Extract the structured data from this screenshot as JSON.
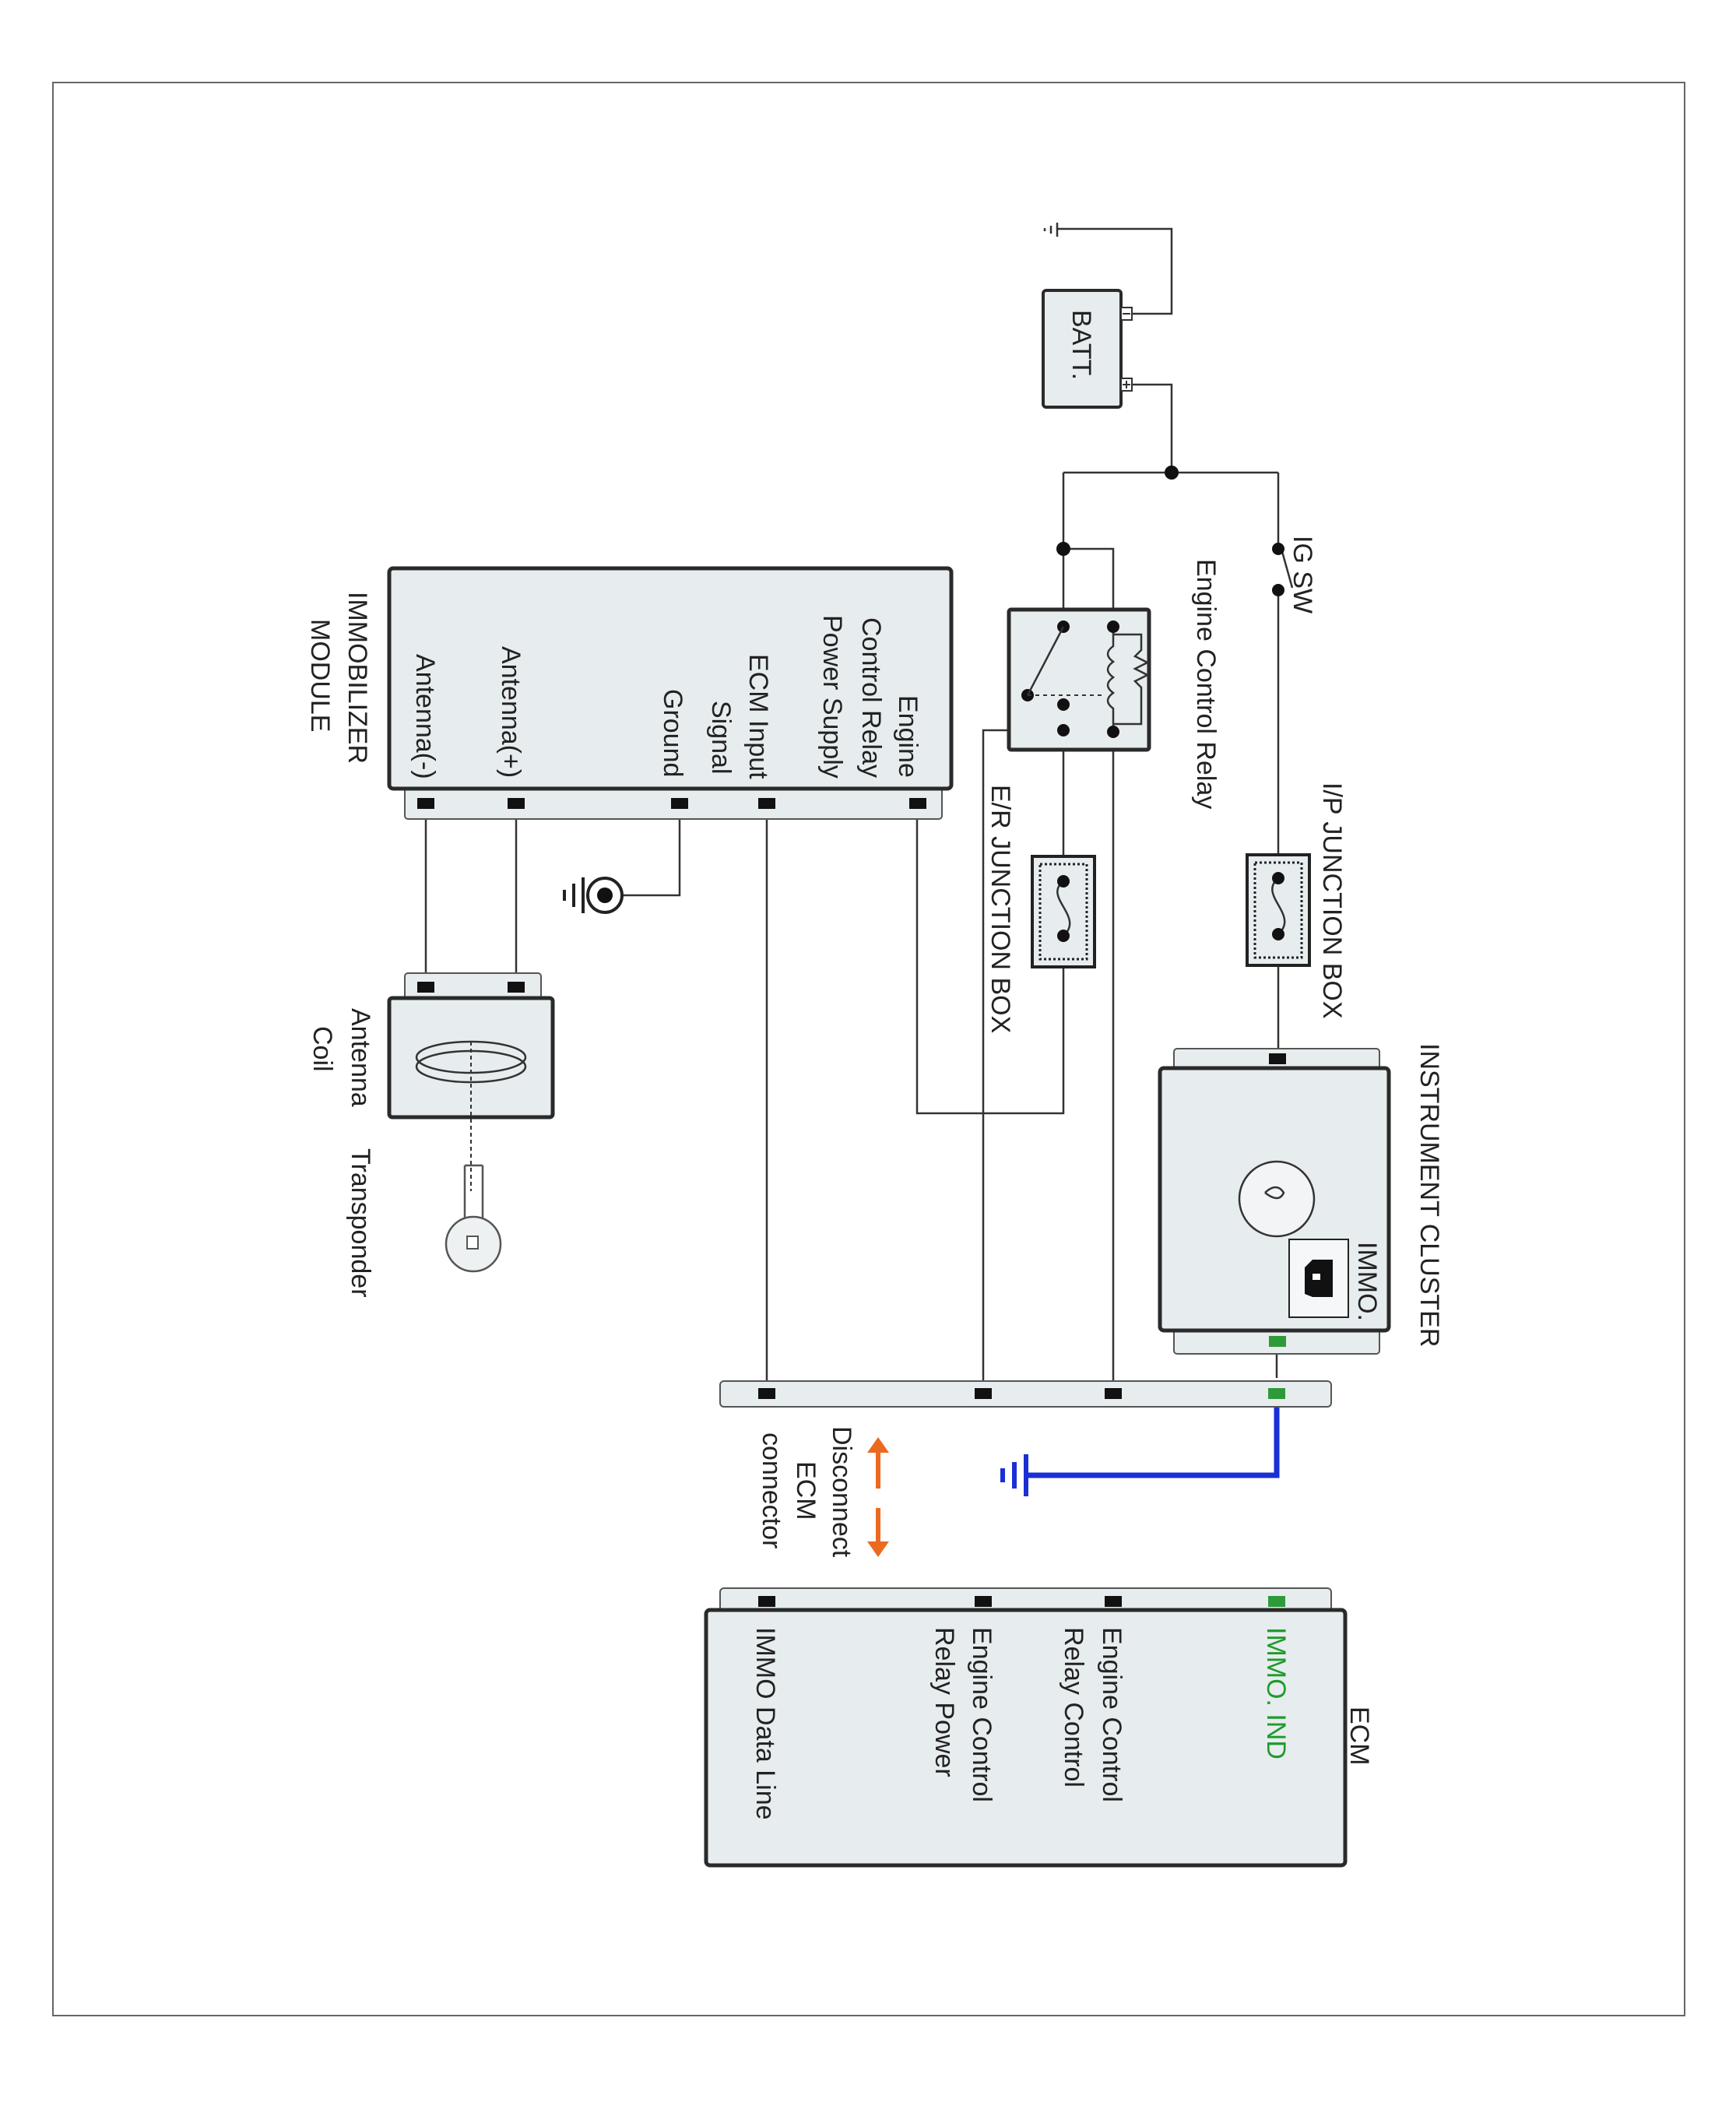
{
  "components": {
    "battery": "BATT.",
    "ig_switch": "IG SW",
    "engine_control_relay": "Engine Control Relay",
    "ip_junction_box": "I/P JUNCTION BOX",
    "er_junction_box": "E/R JUNCTION BOX",
    "instrument_cluster": "INSTRUMENT CLUSTER",
    "immo_indicator": "IMMO.",
    "immobilizer_module": [
      "IMMOBILIZER",
      "MODULE"
    ],
    "antenna_coil": [
      "Antenna",
      "Coil"
    ],
    "transponder": "Transponder",
    "ecm": "ECM",
    "disconnect_note": [
      "Disconnect",
      "ECM",
      "connector"
    ]
  },
  "immobilizer_pins": {
    "engine_control_relay_power_supply": [
      "Engine",
      "Control Relay",
      "Power Supply"
    ],
    "ecm_input_signal": [
      "ECM Input",
      "Signal"
    ],
    "ground": "Ground",
    "antenna_plus": "Antenna(+)",
    "antenna_minus": "Antenna(-)"
  },
  "ecm_pins": {
    "immo_ind": "IMMO. IND",
    "engine_control_relay_control": [
      "Engine Control",
      "Relay Control"
    ],
    "engine_control_relay_power": [
      "Engine Control",
      "Relay Power"
    ],
    "immo_data_line": "IMMO Data Line"
  },
  "colors": {
    "grounded_wire": "#1a2fd6",
    "disconnect_arrows": "#ec6a1f",
    "indicator_pin": "#2e9a3a"
  }
}
